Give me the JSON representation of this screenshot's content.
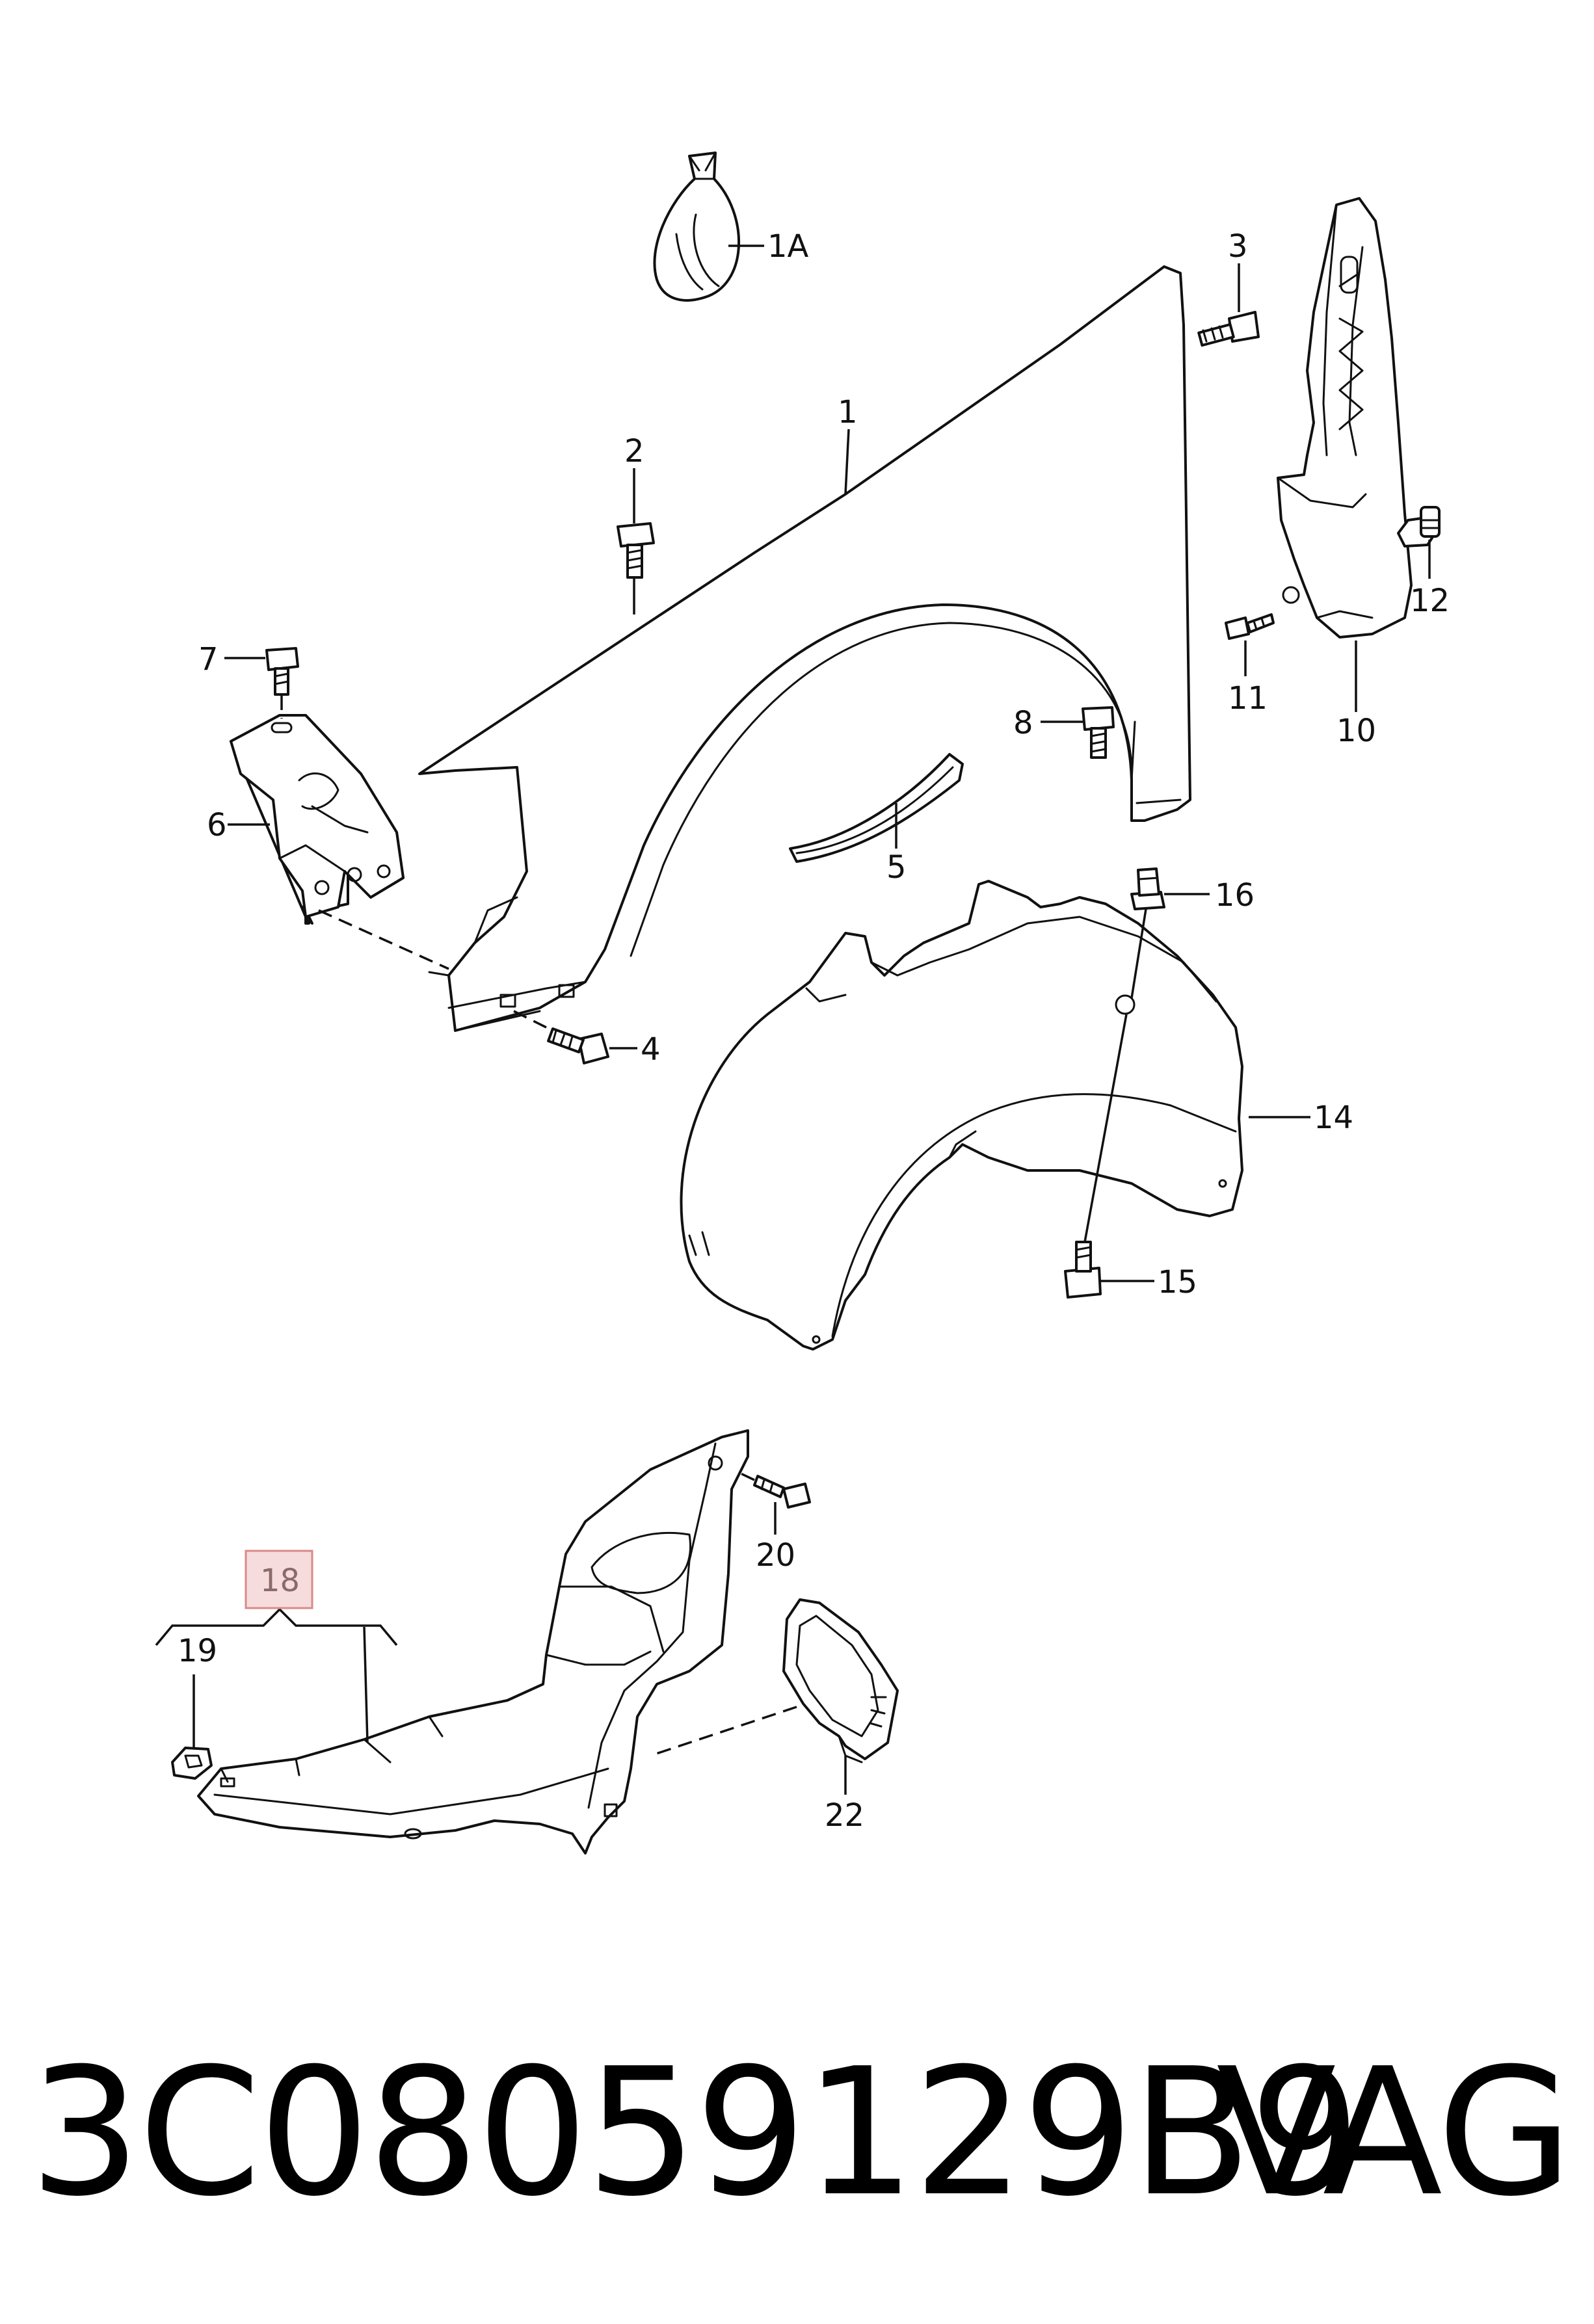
{
  "callouts": {
    "c1": "1",
    "c1a": "1A",
    "c2": "2",
    "c3": "3",
    "c4": "4",
    "c5": "5",
    "c6": "6",
    "c7": "7",
    "c8": "8",
    "c10": "10",
    "c11": "11",
    "c12": "12",
    "c14": "14",
    "c15": "15",
    "c16": "16",
    "c18": "18",
    "c19": "19",
    "c20": "20",
    "c22": "22"
  },
  "highlight": {
    "callout": "18",
    "color": "#f6dcdc",
    "border_color": "#d98a8a"
  },
  "footer": {
    "part_number": "3C08059129B9",
    "brand": "VAG"
  }
}
